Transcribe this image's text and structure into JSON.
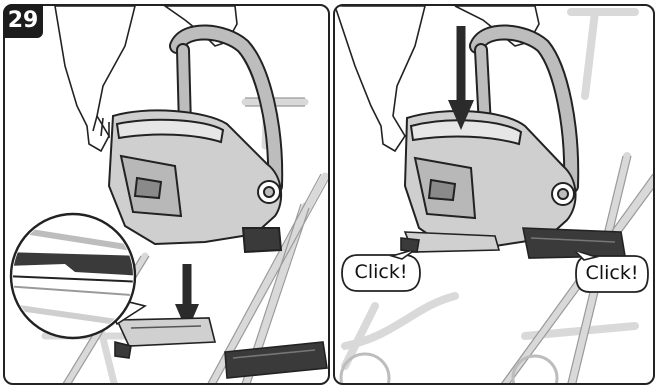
{
  "step": {
    "number": "29"
  },
  "callouts": {
    "left_click": "Click!",
    "right_click": "Click!"
  },
  "colors": {
    "outline": "#222222",
    "seat_fill": "#cfcfcf",
    "frame": "#e4e4e4",
    "dark_part": "#3a3a3a",
    "arrow": "#2b2b2b"
  },
  "icons": {
    "down_arrow_left": "down-arrow-icon",
    "down_arrow_right": "down-arrow-icon"
  }
}
